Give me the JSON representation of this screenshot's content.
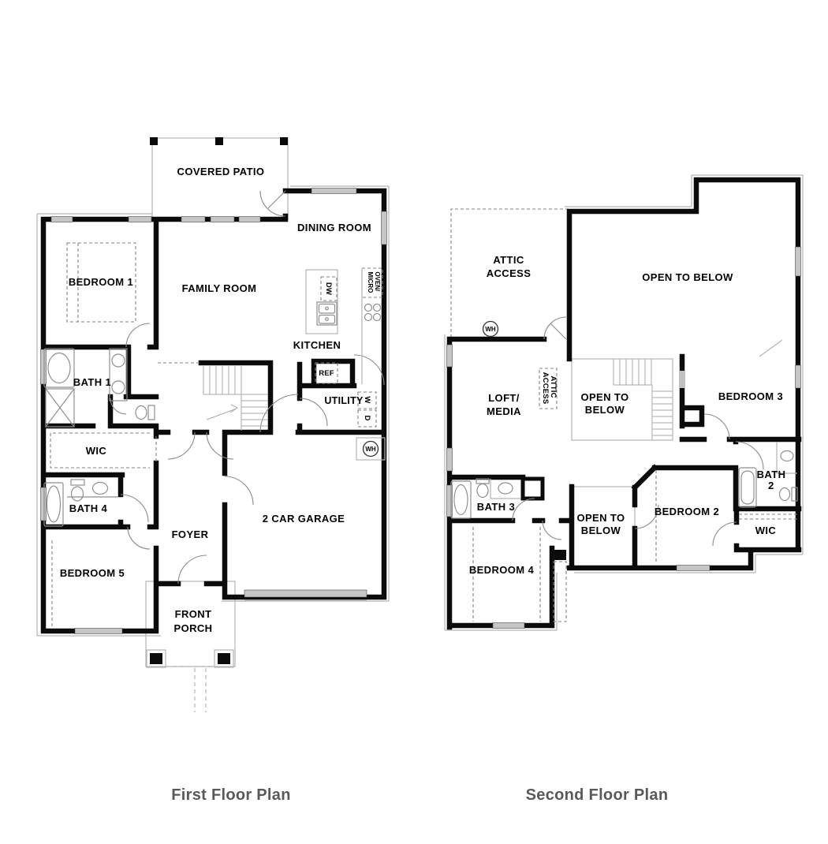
{
  "titles": {
    "first": "First Floor Plan",
    "second": "Second Floor Plan"
  },
  "first_floor": {
    "covered_patio": "COVERED PATIO",
    "dining_room": "DINING ROOM",
    "bedroom_1": "BEDROOM 1",
    "family_room": "FAMILY ROOM",
    "kitchen": "KITCHEN",
    "bath_1": "BATH 1",
    "wic": "WIC",
    "bath_4": "BATH 4",
    "bedroom_5": "BEDROOM 5",
    "foyer": "FOYER",
    "garage": "2 CAR GARAGE",
    "utility": "UTILITY",
    "front_porch_1": "FRONT",
    "front_porch_2": "PORCH",
    "ref": "REF",
    "dw": "DW",
    "oven_micro_1": "OVEN/",
    "oven_micro_2": "MICRO",
    "washer": "W",
    "dryer": "D",
    "water_heater": "WH"
  },
  "second_floor": {
    "attic_access_1": "ATTIC",
    "attic_access_2": "ACCESS",
    "open_to_below": "OPEN TO BELOW",
    "water_heater": "WH",
    "loft_media_1": "LOFT/",
    "loft_media_2": "MEDIA",
    "attic_access_vert_1": "ATTIC",
    "attic_access_vert_2": "ACCESS",
    "open_to_below_mid_1": "OPEN TO",
    "open_to_below_mid_2": "BELOW",
    "bedroom_3": "BEDROOM 3",
    "bath_3": "BATH 3",
    "bedroom_4": "BEDROOM 4",
    "open_to_below_small_1": "OPEN TO",
    "open_to_below_small_2": "BELOW",
    "bedroom_2": "BEDROOM 2",
    "bath_2_1": "BATH",
    "bath_2_2": "2",
    "wic": "WIC"
  },
  "colors": {
    "wall": "#0b0b0b",
    "window": "#c6c6c6",
    "light_outline": "#b3b3b3",
    "dashed": "#808080",
    "label": "#000000",
    "title": "#58595b",
    "background": "#ffffff"
  }
}
